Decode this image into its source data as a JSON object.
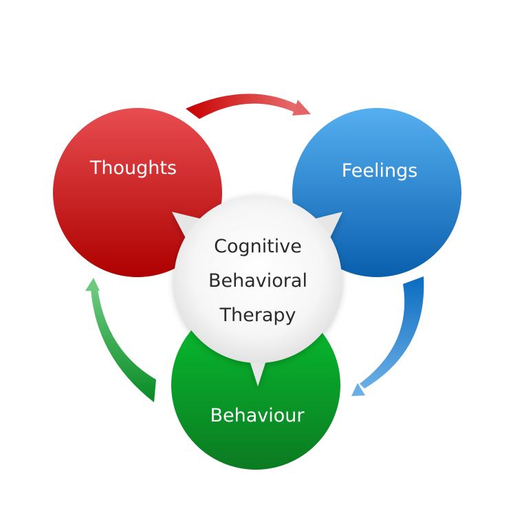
{
  "diagram": {
    "title": "Cognitive Behavioral Therapy cycle",
    "center": {
      "lines": [
        "Cognitive",
        "Behavioral",
        "Therapy"
      ],
      "text_color": "#2b2b2b"
    },
    "nodes": [
      {
        "id": "thoughts",
        "label": "Thoughts",
        "color_top": "#e84d50",
        "color_bottom": "#ae0000"
      },
      {
        "id": "feelings",
        "label": "Feelings",
        "color_top": "#56aff0",
        "color_bottom": "#0a5fad"
      },
      {
        "id": "behaviour",
        "label": "Behaviour",
        "color_top": "#06c22f",
        "color_bottom": "#0c7a22"
      }
    ],
    "cycle_arrows": [
      {
        "from": "thoughts",
        "to": "feelings",
        "color_start": "#c80000",
        "color_end": "#e86d6d"
      },
      {
        "from": "feelings",
        "to": "behaviour",
        "color_start": "#0a6cc0",
        "color_end": "#6aaee6"
      },
      {
        "from": "behaviour",
        "to": "thoughts",
        "color_start": "#078a24",
        "color_end": "#6cc97e"
      }
    ]
  }
}
